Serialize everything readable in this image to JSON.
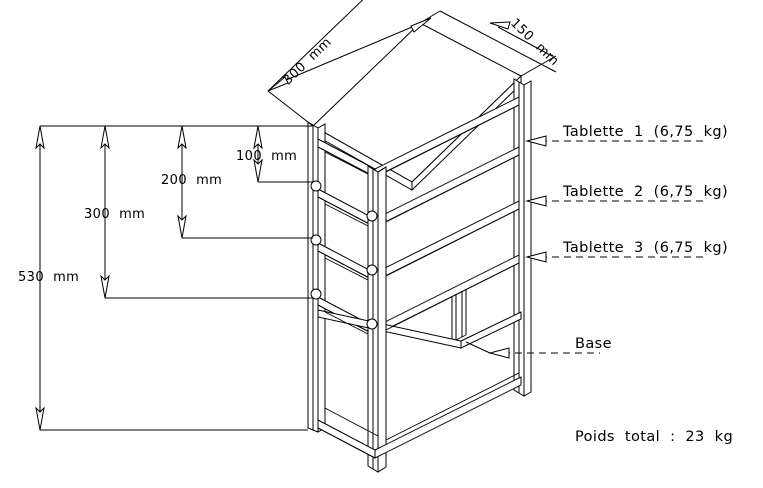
{
  "drawing": {
    "title": "Isometric shelving unit technical drawing",
    "units": "mm",
    "background_color": "#ffffff",
    "line_color": "#000000"
  },
  "dimensions": {
    "width_label": "300  mm",
    "depth_label": "150  mm",
    "height_total_label": "530  mm",
    "height_300_label": "300  mm",
    "height_200_label": "200  mm",
    "height_100_label": "100  mm"
  },
  "callouts": [
    {
      "id": "tablette-1",
      "label": "Tablette  1  (6,75  kg)"
    },
    {
      "id": "tablette-2",
      "label": "Tablette  2  (6,75  kg)"
    },
    {
      "id": "tablette-3",
      "label": "Tablette  3  (6,75  kg)"
    },
    {
      "id": "base",
      "label": "Base"
    }
  ],
  "notes": {
    "total_weight_label": "Poids  total  :  23  kg"
  },
  "chart_data": {
    "type": "table",
    "title": "Shelving unit specification",
    "categories": [
      "Tablette 1",
      "Tablette 2",
      "Tablette 3",
      "Base"
    ],
    "values": [
      6.75,
      6.75,
      6.75,
      null
    ],
    "ylabel": "kg",
    "annotations": [
      "300 mm width",
      "150 mm depth",
      "530 mm total height",
      "300 mm",
      "200 mm",
      "100 mm",
      "Poids total : 23 kg"
    ]
  }
}
